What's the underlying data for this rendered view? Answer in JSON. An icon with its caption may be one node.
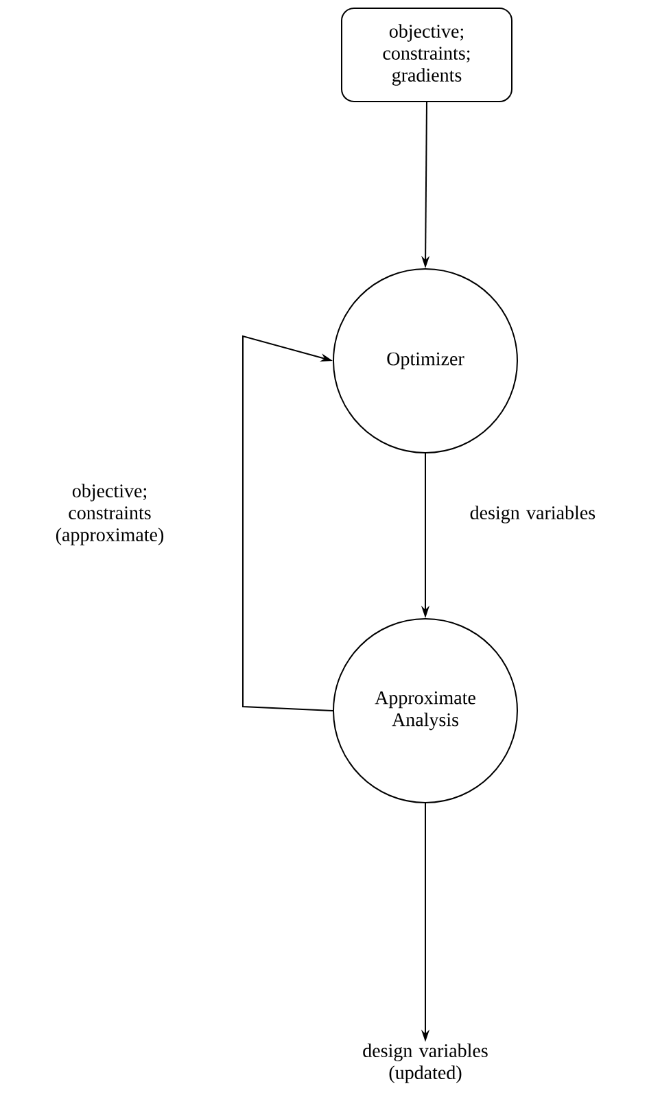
{
  "diagram": {
    "nodes": [
      {
        "text": [
          "objective; constraints; gradients"
        ]
      },
      {
        "text": [
          "Optimizer"
        ]
      },
      {
        "text": [
          "Approximate Analysis"
        ]
      },
      {
        "text": [
          "design variables (updated)"
        ]
      }
    ],
    "edges": [
      {
        "from": 0,
        "to": 1,
        "arrow": "to"
      },
      {
        "from": 1,
        "to": 2,
        "arrow": "to",
        "label": "design variables"
      },
      {
        "from": 2,
        "to": 1,
        "arrow": "to",
        "label": "objective; constraints (approximate)"
      },
      {
        "from": 2,
        "to": 3,
        "arrow": "to"
      }
    ]
  }
}
